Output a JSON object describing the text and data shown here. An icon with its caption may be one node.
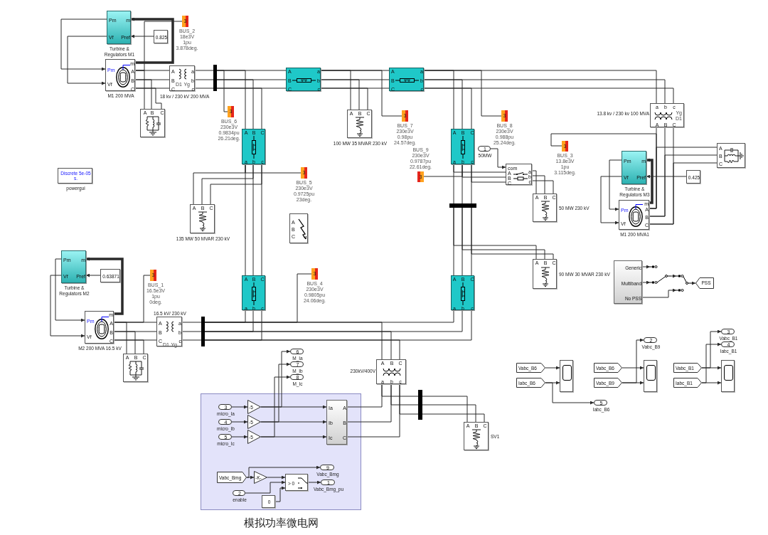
{
  "diagram": {
    "caption": "模拟功率微电网",
    "nodes": [
      {
        "text": [
          "Pm",
          "m",
          "Vf",
          "Pref"
        ],
        "beside": [
          "Turbine & Regulators M1"
        ]
      },
      {
        "text": [
          "0.825"
        ]
      },
      {
        "text": [
          "3"
        ],
        "beside": [
          "BUS_2 18e3V 1pu 3.878deg."
        ]
      },
      {
        "text": [
          "m",
          "Pm",
          "A",
          "B",
          "Vf",
          "C"
        ],
        "beside": [
          "M1 200 MVA"
        ]
      },
      {
        "text": [
          "A",
          "a",
          "B",
          "b",
          "D1",
          "Yg",
          "C",
          "c"
        ],
        "beside": [
          "18 kv / 230 kV 200 MVA"
        ]
      },
      {
        "text": [
          "A",
          "B",
          "C"
        ]
      },
      {
        "text": [],
        "shape": "bar"
      },
      {
        "text": [
          "3"
        ],
        "beside": [
          "BUS_6 230e3V 0.9834pu 26.21deg."
        ]
      },
      {
        "text": [
          "A",
          "B",
          "C",
          "a",
          "b",
          "c"
        ]
      },
      {
        "text": [
          "Discrete 5e-05 s."
        ],
        "beside": [
          "powergui"
        ]
      },
      {
        "text": [
          "3"
        ],
        "beside": [
          "BUS_5 230e3V 0.9725pu 23deg."
        ]
      },
      {
        "text": [
          "A",
          "B",
          "C",
          "a",
          "b",
          "c"
        ]
      },
      {
        "text": [
          "A",
          "B",
          "C",
          "a",
          "b",
          "c"
        ]
      },
      {
        "text": [
          "A",
          "B",
          "C"
        ],
        "beside": [
          "100 MW 35 MVAR 230 kV"
        ]
      },
      {
        "text": [
          "3"
        ],
        "beside": [
          "BUS_7 230e3V 0.98pu 24.57deg."
        ]
      },
      {
        "text": [
          "3"
        ],
        "beside": [
          "BUS_8 230e3V 0.988pu 25.24deg."
        ]
      },
      {
        "text": [
          "A",
          "B",
          "C",
          "a",
          "b",
          "c"
        ]
      },
      {
        "text": [
          "3"
        ],
        "beside": [
          "BUS_9 230e3V 0.9787pu 22.61deg."
        ]
      },
      {
        "text": [
          "1"
        ],
        "beside": [
          "50MW"
        ]
      },
      {
        "text": [
          "com",
          "A",
          "B",
          "C",
          "a",
          "b",
          "c"
        ]
      },
      {
        "text": [
          "A",
          "B",
          "C"
        ],
        "beside": [
          "50 MW 230 kV"
        ]
      },
      {
        "text": [],
        "shape": "bar"
      },
      {
        "text": [
          "A",
          "B",
          "C"
        ]
      },
      {
        "text": [
          "A",
          "B",
          "C"
        ],
        "beside": [
          "135 MW 50 MVAR 230 kV"
        ]
      },
      {
        "text": [
          "a",
          "b",
          "c",
          "Yg",
          "D1",
          "A",
          "B",
          "C"
        ],
        "beside": [
          "13.8 kv / 230 kv 100 MVA"
        ]
      },
      {
        "text": [
          "3"
        ],
        "beside": [
          "BUS_3 13.8e3V 1pu 3.115deg."
        ]
      },
      {
        "text": [
          "Pm",
          "m",
          "Vf",
          "Pref"
        ],
        "beside": [
          "Turbine & Regulators M3"
        ]
      },
      {
        "text": [
          "0.425"
        ]
      },
      {
        "text": [
          "A",
          "B",
          "C"
        ]
      },
      {
        "text": [
          "m",
          "Pm",
          "A",
          "B",
          "Vf",
          "C"
        ],
        "beside": [
          "M1 200 MVA1"
        ]
      },
      {
        "text": [
          "Pm",
          "m",
          "Vf",
          "Pref"
        ],
        "beside": [
          "Turbine & Regulators M2"
        ]
      },
      {
        "text": [
          "0.63871"
        ]
      },
      {
        "text": [
          "3"
        ],
        "beside": [
          "BUS_1 16.5e3V 1pu 0deg."
        ]
      },
      {
        "text": [
          "m",
          "Pm",
          "A",
          "B",
          "Vf",
          "C"
        ],
        "beside": [
          "M2 200 MVA 16.5 kV"
        ]
      },
      {
        "text": [
          "A",
          "a",
          "B",
          "b",
          "C",
          "c",
          "D1",
          "Yg"
        ],
        "beside": [
          "16.5 kV/ 230 kV"
        ]
      },
      {
        "text": [
          "A",
          "B",
          "C"
        ]
      },
      {
        "text": [],
        "shape": "bar"
      },
      {
        "text": [
          "A",
          "B",
          "C",
          "a",
          "b",
          "c"
        ]
      },
      {
        "text": [
          "3"
        ],
        "beside": [
          "BUS_4 230e3V 0.9805pu 24.06deg."
        ]
      },
      {
        "text": [
          "A",
          "B",
          "C",
          "a",
          "b",
          "c"
        ]
      },
      {
        "text": [
          "A",
          "B",
          "C"
        ],
        "beside": [
          "90 MW 30 MVAR 230 kV"
        ]
      },
      {
        "text": [
          "Generic",
          "Multiband",
          "No PSS"
        ]
      },
      {
        "text": [],
        "shape": "switch"
      },
      {
        "text": [],
        "shape": "switch"
      },
      {
        "text": [
          "PSS"
        ]
      },
      {
        "text": [
          "6"
        ],
        "beside": [
          "M_Ia"
        ]
      },
      {
        "text": [
          "7"
        ],
        "beside": [
          "M_Ib"
        ]
      },
      {
        "text": [
          "8"
        ],
        "beside": [
          "M_Ic"
        ]
      },
      {
        "text": [
          "A",
          "B",
          "C",
          "a",
          "b",
          "c"
        ],
        "beside": [
          "230kV/400V"
        ]
      },
      {
        "text": [],
        "shape": "bar"
      },
      {
        "text": [
          "A",
          "B",
          "C"
        ],
        "beside": [
          "SV1"
        ]
      },
      {
        "text": [],
        "shape": "box"
      },
      {
        "text": [
          "3"
        ],
        "beside": [
          "micro_Ia"
        ],
        "in": 51
      },
      {
        "text": [
          "4"
        ],
        "beside": [
          "micro_Ib"
        ],
        "in": 51
      },
      {
        "text": [
          "5"
        ],
        "beside": [
          "micro_Ic"
        ],
        "in": 51
      },
      {
        "text": [
          "-5"
        ],
        "in": 51
      },
      {
        "text": [
          "-5"
        ],
        "in": 51
      },
      {
        "text": [
          "-5"
        ],
        "in": 51
      },
      {
        "text": [
          "Ia",
          "Ib",
          "Ic",
          "A",
          "B",
          "C"
        ],
        "in": 51
      },
      {
        "text": [
          "Vabc_Bmg"
        ],
        "in": 51
      },
      {
        "text": [
          "-K-"
        ],
        "in": 51
      },
      {
        "text": [
          "9"
        ],
        "beside": [
          "Vabc_Bmg"
        ],
        "in": 51
      },
      {
        "text": [
          "> 0"
        ],
        "in": 51
      },
      {
        "text": [
          "1"
        ],
        "beside": [
          "Vabc_Bmg_pu"
        ],
        "in": 51
      },
      {
        "text": [
          "2"
        ],
        "beside": [
          "enable"
        ],
        "in": 51
      },
      {
        "text": [
          "0"
        ],
        "in": 51
      },
      {
        "text": [
          "Vabc_B6"
        ]
      },
      {
        "text": [
          "Iabc_B6"
        ]
      },
      {
        "text": [],
        "shape": "box"
      },
      {
        "text": [
          "5"
        ],
        "beside": [
          "Iabc_B6"
        ]
      },
      {
        "text": [
          "Vabc_B6"
        ]
      },
      {
        "text": [
          "Vabc_B9"
        ]
      },
      {
        "text": [],
        "shape": "box"
      },
      {
        "text": [
          "2"
        ],
        "beside": [
          "Vabc_B9"
        ]
      },
      {
        "text": [
          "Vabc_B1"
        ]
      },
      {
        "text": [
          "Iabc_B1"
        ]
      },
      {
        "text": [],
        "shape": "box"
      },
      {
        "text": [
          "3"
        ],
        "beside": [
          "Vabc_B1"
        ]
      },
      {
        "text": [
          "4"
        ],
        "beside": [
          "Iabc_B1"
        ]
      }
    ],
    "edges": [
      {
        "from": 3,
        "to": 4,
        "arrow": "none"
      },
      {
        "from": 3,
        "to": 4,
        "arrow": "none"
      },
      {
        "from": 3,
        "to": 4,
        "arrow": "none"
      },
      {
        "from": 3,
        "to": 5,
        "arrow": "none"
      },
      {
        "from": 3,
        "to": 5,
        "arrow": "none"
      },
      {
        "from": 3,
        "to": 5,
        "arrow": "none"
      },
      {
        "from": 3,
        "to": 2,
        "arrow": "none"
      },
      {
        "from": 3,
        "to": 0,
        "arrow": "to",
        "style": "thick"
      },
      {
        "from": 0,
        "to": 3,
        "arrow": "to"
      },
      {
        "from": 0,
        "to": 3,
        "arrow": "to"
      },
      {
        "from": 1,
        "to": 0,
        "arrow": "to"
      },
      {
        "from": 4,
        "to": 6,
        "arrow": "none"
      },
      {
        "from": 4,
        "to": 6,
        "arrow": "none"
      },
      {
        "from": 4,
        "to": 6,
        "arrow": "none"
      },
      {
        "from": 6,
        "to": 11,
        "arrow": "none"
      },
      {
        "from": 6,
        "to": 11,
        "arrow": "none"
      },
      {
        "from": 6,
        "to": 11,
        "arrow": "none"
      },
      {
        "from": 6,
        "to": 8,
        "arrow": "none"
      },
      {
        "from": 6,
        "to": 8,
        "arrow": "none"
      },
      {
        "from": 6,
        "to": 8,
        "arrow": "none"
      },
      {
        "from": 6,
        "to": 7,
        "arrow": "none"
      },
      {
        "from": 11,
        "to": 12,
        "arrow": "none"
      },
      {
        "from": 11,
        "to": 12,
        "arrow": "none"
      },
      {
        "from": 11,
        "to": 12,
        "arrow": "none"
      },
      {
        "from": 11,
        "to": 13,
        "arrow": "none"
      },
      {
        "from": 11,
        "to": 13,
        "arrow": "none"
      },
      {
        "from": 11,
        "to": 13,
        "arrow": "none"
      },
      {
        "from": 11,
        "to": 14,
        "arrow": "none"
      },
      {
        "from": 12,
        "to": 24,
        "arrow": "none"
      },
      {
        "from": 12,
        "to": 24,
        "arrow": "none"
      },
      {
        "from": 12,
        "to": 24,
        "arrow": "none"
      },
      {
        "from": 12,
        "to": 16,
        "arrow": "none"
      },
      {
        "from": 12,
        "to": 16,
        "arrow": "none"
      },
      {
        "from": 12,
        "to": 16,
        "arrow": "none"
      },
      {
        "from": 12,
        "to": 15,
        "arrow": "none"
      },
      {
        "from": 16,
        "to": 21,
        "arrow": "none"
      },
      {
        "from": 16,
        "to": 21,
        "arrow": "none"
      },
      {
        "from": 16,
        "to": 21,
        "arrow": "none"
      },
      {
        "from": 21,
        "to": 39,
        "arrow": "none"
      },
      {
        "from": 21,
        "to": 39,
        "arrow": "none"
      },
      {
        "from": 21,
        "to": 39,
        "arrow": "none"
      },
      {
        "from": 16,
        "to": 19,
        "arrow": "none"
      },
      {
        "from": 16,
        "to": 19,
        "arrow": "none"
      },
      {
        "from": 16,
        "to": 19,
        "arrow": "none"
      },
      {
        "from": 16,
        "to": 17,
        "arrow": "none"
      },
      {
        "from": 21,
        "to": 40,
        "arrow": "none"
      },
      {
        "from": 21,
        "to": 40,
        "arrow": "none"
      },
      {
        "from": 21,
        "to": 40,
        "arrow": "none"
      },
      {
        "from": 19,
        "to": 20,
        "arrow": "none"
      },
      {
        "from": 19,
        "to": 20,
        "arrow": "none"
      },
      {
        "from": 19,
        "to": 20,
        "arrow": "none"
      },
      {
        "from": 18,
        "to": 19,
        "arrow": "to"
      },
      {
        "from": 29,
        "to": 24,
        "arrow": "none"
      },
      {
        "from": 29,
        "to": 24,
        "arrow": "none"
      },
      {
        "from": 29,
        "to": 24,
        "arrow": "none"
      },
      {
        "from": 29,
        "to": 28,
        "arrow": "none"
      },
      {
        "from": 29,
        "to": 28,
        "arrow": "none"
      },
      {
        "from": 29,
        "to": 28,
        "arrow": "none"
      },
      {
        "from": 29,
        "to": 25,
        "arrow": "none"
      },
      {
        "from": 29,
        "to": 26,
        "arrow": "to",
        "style": "thick"
      },
      {
        "from": 26,
        "to": 29,
        "arrow": "to"
      },
      {
        "from": 26,
        "to": 29,
        "arrow": "to"
      },
      {
        "from": 27,
        "to": 26,
        "arrow": "to"
      },
      {
        "from": 33,
        "to": 34,
        "arrow": "none"
      },
      {
        "from": 33,
        "to": 34,
        "arrow": "none"
      },
      {
        "from": 33,
        "to": 34,
        "arrow": "none"
      },
      {
        "from": 33,
        "to": 35,
        "arrow": "none"
      },
      {
        "from": 33,
        "to": 35,
        "arrow": "none"
      },
      {
        "from": 33,
        "to": 35,
        "arrow": "none"
      },
      {
        "from": 33,
        "to": 32,
        "arrow": "none"
      },
      {
        "from": 33,
        "to": 30,
        "arrow": "to",
        "style": "thick"
      },
      {
        "from": 30,
        "to": 33,
        "arrow": "to"
      },
      {
        "from": 30,
        "to": 33,
        "arrow": "to"
      },
      {
        "from": 31,
        "to": 30,
        "arrow": "to"
      },
      {
        "from": 34,
        "to": 36,
        "arrow": "none"
      },
      {
        "from": 34,
        "to": 36,
        "arrow": "none"
      },
      {
        "from": 34,
        "to": 36,
        "arrow": "none"
      },
      {
        "from": 36,
        "to": 39,
        "arrow": "none"
      },
      {
        "from": 36,
        "to": 39,
        "arrow": "none"
      },
      {
        "from": 36,
        "to": 39,
        "arrow": "none"
      },
      {
        "from": 36,
        "to": 37,
        "arrow": "none"
      },
      {
        "from": 36,
        "to": 37,
        "arrow": "none"
      },
      {
        "from": 36,
        "to": 37,
        "arrow": "none"
      },
      {
        "from": 36,
        "to": 38,
        "arrow": "none"
      },
      {
        "from": 36,
        "to": 48,
        "arrow": "none"
      },
      {
        "from": 36,
        "to": 48,
        "arrow": "none"
      },
      {
        "from": 36,
        "to": 48,
        "arrow": "none"
      },
      {
        "from": 8,
        "to": 37,
        "arrow": "none"
      },
      {
        "from": 8,
        "to": 37,
        "arrow": "none"
      },
      {
        "from": 8,
        "to": 37,
        "arrow": "none"
      },
      {
        "from": 8,
        "to": 23,
        "arrow": "none"
      },
      {
        "from": 8,
        "to": 23,
        "arrow": "none"
      },
      {
        "from": 8,
        "to": 23,
        "arrow": "none"
      },
      {
        "from": 8,
        "to": 10,
        "arrow": "none"
      },
      {
        "from": 48,
        "to": 49,
        "arrow": "none"
      },
      {
        "from": 48,
        "to": 49,
        "arrow": "none"
      },
      {
        "from": 48,
        "to": 49,
        "arrow": "none"
      },
      {
        "from": 49,
        "to": 50,
        "arrow": "none"
      },
      {
        "from": 49,
        "to": 50,
        "arrow": "none"
      },
      {
        "from": 49,
        "to": 50,
        "arrow": "none"
      },
      {
        "from": 58,
        "to": 48,
        "arrow": "none"
      },
      {
        "from": 58,
        "to": 48,
        "arrow": "none"
      },
      {
        "from": 58,
        "to": 48,
        "arrow": "none"
      },
      {
        "from": 52,
        "to": 55,
        "arrow": "to"
      },
      {
        "from": 53,
        "to": 56,
        "arrow": "to"
      },
      {
        "from": 54,
        "to": 57,
        "arrow": "to"
      },
      {
        "from": 55,
        "to": 58,
        "arrow": "to"
      },
      {
        "from": 55,
        "to": 45,
        "arrow": "to"
      },
      {
        "from": 56,
        "to": 58,
        "arrow": "to"
      },
      {
        "from": 56,
        "to": 46,
        "arrow": "to"
      },
      {
        "from": 57,
        "to": 58,
        "arrow": "to"
      },
      {
        "from": 57,
        "to": 47,
        "arrow": "to"
      },
      {
        "from": 59,
        "to": 60,
        "arrow": "to"
      },
      {
        "from": 59,
        "to": 61,
        "arrow": "to"
      },
      {
        "from": 60,
        "to": 62,
        "arrow": "to"
      },
      {
        "from": 64,
        "to": 62,
        "arrow": "to"
      },
      {
        "from": 65,
        "to": 62,
        "arrow": "to"
      },
      {
        "from": 62,
        "to": 63,
        "arrow": "to"
      },
      {
        "from": 66,
        "to": 68,
        "arrow": "to"
      },
      {
        "from": 67,
        "to": 68,
        "arrow": "to"
      },
      {
        "from": 67,
        "to": 69,
        "arrow": "to"
      },
      {
        "from": 70,
        "to": 72,
        "arrow": "to"
      },
      {
        "from": 71,
        "to": 72,
        "arrow": "to"
      },
      {
        "from": 71,
        "to": 73,
        "arrow": "to"
      },
      {
        "from": 74,
        "to": 76,
        "arrow": "to"
      },
      {
        "from": 74,
        "to": 77,
        "arrow": "to"
      },
      {
        "from": 75,
        "to": 76,
        "arrow": "to"
      },
      {
        "from": 75,
        "to": 78,
        "arrow": "to"
      },
      {
        "from": 41,
        "to": 42,
        "arrow": "to"
      },
      {
        "from": 41,
        "to": 42,
        "arrow": "to"
      },
      {
        "from": 42,
        "to": 43,
        "arrow": "to"
      },
      {
        "from": 41,
        "to": 43,
        "arrow": "to"
      },
      {
        "from": 43,
        "to": 44,
        "arrow": "to"
      }
    ]
  }
}
